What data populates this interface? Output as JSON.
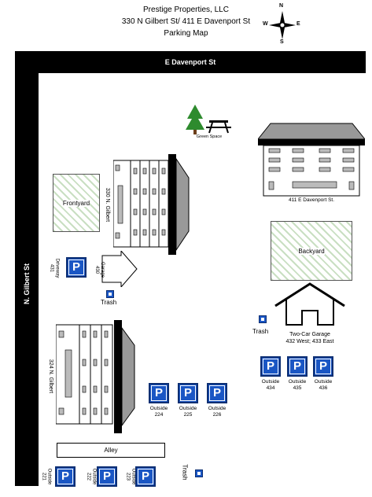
{
  "header": {
    "line1": "Prestige Properties, LLC",
    "line2": "330 N Gilbert St/ 411 E Davenport St",
    "line3": "Parking Map"
  },
  "compass": {
    "n": "N",
    "s": "S",
    "e": "E",
    "w": "W"
  },
  "streets": {
    "davenport": "E Davenport St",
    "gilbert": "N. Gilbert St"
  },
  "labels": {
    "green_space": "Green Space",
    "building_411": "411 E Davenport St.",
    "building_330": "330 N. Gilbert",
    "frontyard": "Frontyard",
    "backyard": "Backyard",
    "driveway": "Driveway",
    "driveway_num": "431",
    "garage": "Garage",
    "garage_num": "430",
    "trash": "Trash",
    "two_car_garage": "Two-Car Garage",
    "two_car_garage_nums": "432 West; 433 East",
    "building_324": "324 N. Gilbert",
    "alley": "Alley"
  },
  "parking_east": [
    {
      "label": "Outside",
      "num": "434"
    },
    {
      "label": "Outside",
      "num": "435"
    },
    {
      "label": "Outside",
      "num": "436"
    }
  ],
  "parking_middle": [
    {
      "label": "Outside",
      "num": "224"
    },
    {
      "label": "Outside",
      "num": "225"
    },
    {
      "label": "Outside",
      "num": "226"
    }
  ],
  "parking_bottom": [
    {
      "label": "Outside",
      "num": "221"
    },
    {
      "label": "Outside",
      "num": "222"
    },
    {
      "label": "Outside",
      "num": "223"
    }
  ],
  "parking_driveway": {
    "icon": "P"
  },
  "parking_icon": "P",
  "colors": {
    "parking_blue": "#1a56c4",
    "yard_hatch": "#c9dfc2",
    "tree_green": "#2e8b2e"
  }
}
